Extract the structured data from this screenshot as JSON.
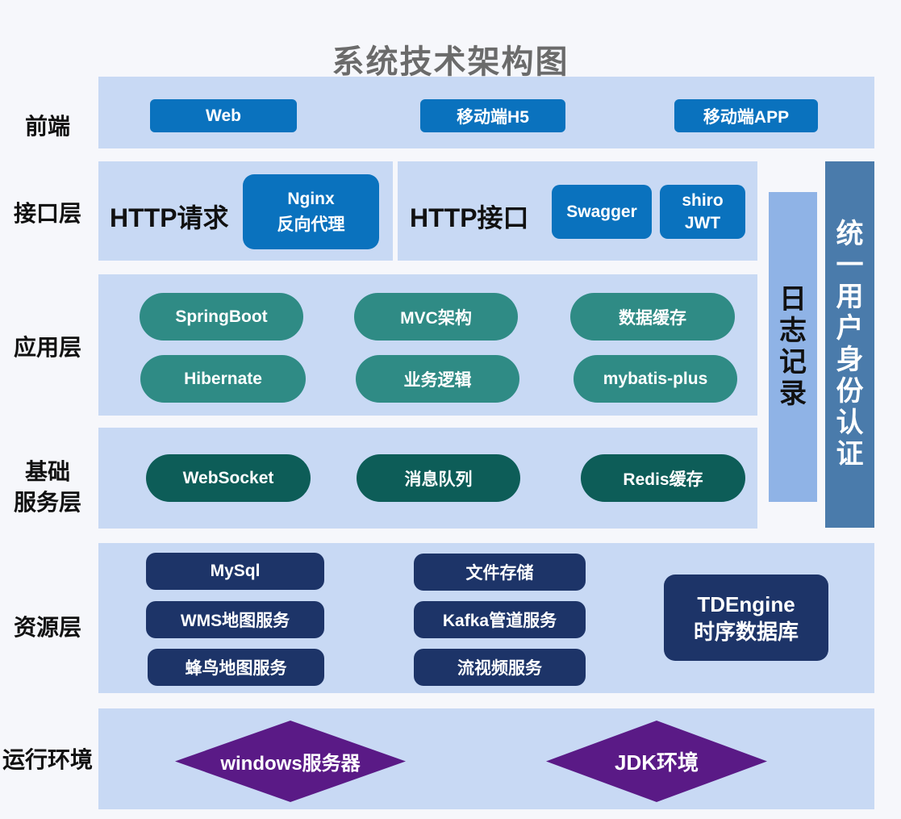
{
  "title": "系统技术架构图",
  "layers": {
    "frontend": "前端",
    "interface": "接口层",
    "application": "应用层",
    "base_service": [
      "基础",
      "服务层"
    ],
    "resource": "资源层",
    "runtime": "运行环境"
  },
  "frontend": [
    "Web",
    "移动端H5",
    "移动端APP"
  ],
  "interface": {
    "http_request": "HTTP请求",
    "nginx": [
      "Nginx",
      "反向代理"
    ],
    "http_interface": "HTTP接口",
    "swagger": "Swagger",
    "shiro": [
      "shiro",
      "JWT"
    ]
  },
  "application": [
    "SpringBoot",
    "MVC架构",
    "数据缓存",
    "Hibernate",
    "业务逻辑",
    "mybatis-plus"
  ],
  "base_service": [
    "WebSocket",
    "消息队列",
    "Redis缓存"
  ],
  "resource": {
    "left": [
      "MySql",
      "WMS地图服务",
      "蜂鸟地图服务"
    ],
    "middle": [
      "文件存储",
      "Kafka管道服务",
      "流视频服务"
    ],
    "tdengine": [
      "TDEngine",
      "时序数据库"
    ]
  },
  "runtime": [
    "windows服务器",
    "JDK环境"
  ],
  "side": {
    "log": [
      "日",
      "志",
      "记",
      "录"
    ],
    "auth": [
      "统",
      "一",
      "用",
      "户",
      "身",
      "份",
      "认",
      "证"
    ]
  },
  "colors": {
    "panel": "#c8d9f4",
    "blue_button": "#0a72be",
    "teal_pill": "#2f8b85",
    "dark_teal_pill": "#0d5d58",
    "navy_box": "#1d3468",
    "purple_diamond": "#5a1a86",
    "log_bar": "#8fb3e6",
    "auth_bar": "#4a7bab"
  }
}
